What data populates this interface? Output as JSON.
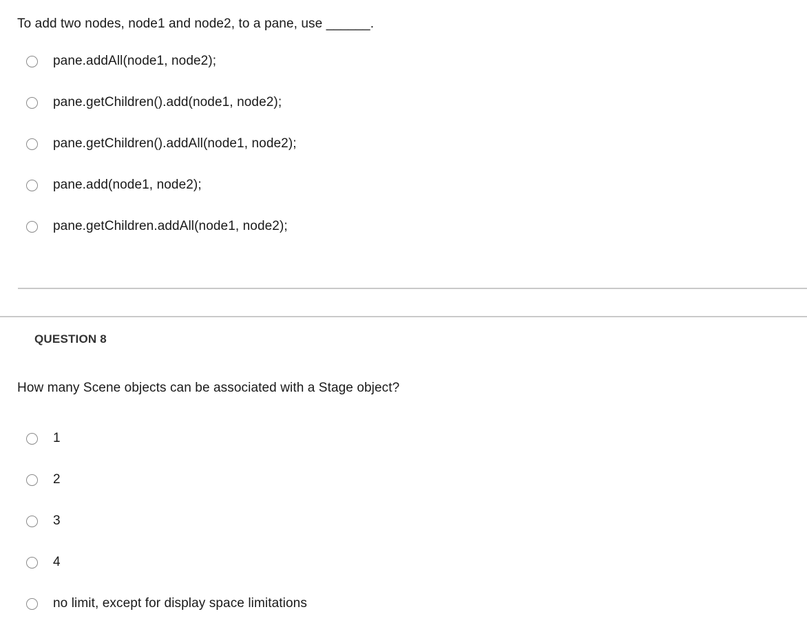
{
  "page": {
    "background_color": "#ffffff",
    "text_color": "#1a1a1a",
    "divider_color": "#c9c9c9",
    "radio_border_color": "#8a8a8a",
    "header_color": "#333333"
  },
  "questions": [
    {
      "id": "question-7",
      "header": null,
      "stem": "To add two nodes, node1 and node2, to a pane, use ______.",
      "options": [
        {
          "label": "pane.addAll(node1, node2);",
          "selected": false
        },
        {
          "label": "pane.getChildren().add(node1, node2);",
          "selected": false
        },
        {
          "label": "pane.getChildren().addAll(node1, node2);",
          "selected": false
        },
        {
          "label": "pane.add(node1, node2);",
          "selected": false
        },
        {
          "label": "pane.getChildren.addAll(node1, node2);",
          "selected": false
        }
      ]
    },
    {
      "id": "question-8",
      "header": "QUESTION 8",
      "stem": "How many Scene objects can be associated with a Stage object?",
      "options": [
        {
          "label": "1",
          "selected": false
        },
        {
          "label": "2",
          "selected": false
        },
        {
          "label": "3",
          "selected": false
        },
        {
          "label": "4",
          "selected": false
        },
        {
          "label": "no limit, except for display space limitations",
          "selected": false
        }
      ]
    }
  ]
}
